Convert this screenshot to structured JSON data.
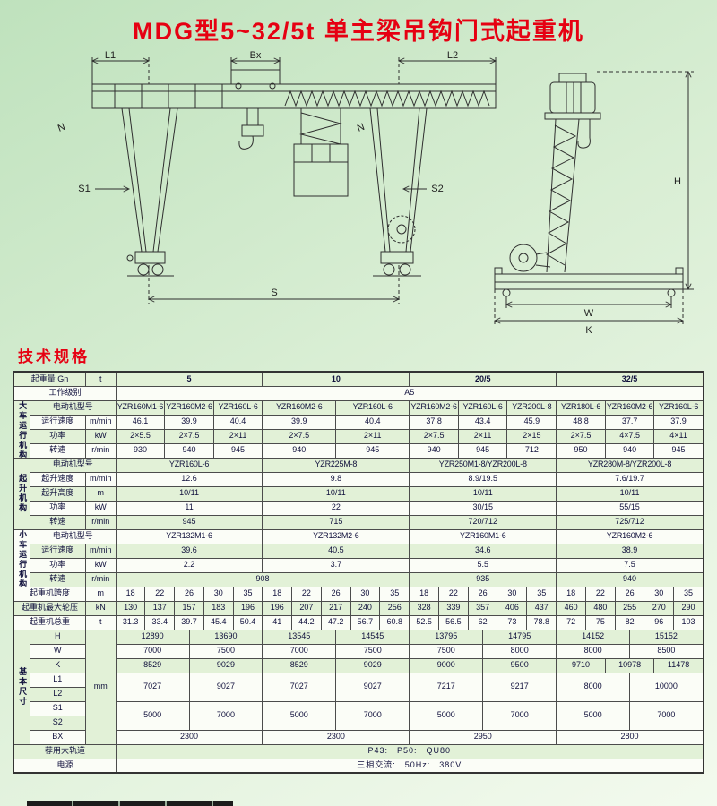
{
  "page": {
    "title": "MDG型5~32/5t 单主梁吊钩门式起重机",
    "section_title": "技术规格"
  },
  "drawing": {
    "labels": {
      "L1": "L1",
      "Bx": "Bx",
      "L2": "L2",
      "S1": "S1",
      "S2": "S2",
      "S": "S",
      "N1": "N",
      "N2": "N",
      "H": "H",
      "W": "W",
      "K": "K"
    }
  },
  "table": {
    "rows": [
      {
        "cells": [
          {
            "t": "起重量 Gn",
            "c": 2,
            "k": "param"
          },
          {
            "t": "t",
            "k": "unit"
          },
          {
            "t": "5",
            "c": 30,
            "k": "head"
          },
          {
            "t": "10",
            "c": 30,
            "k": "head"
          },
          {
            "t": "20/5",
            "c": 30,
            "k": "head"
          },
          {
            "t": "32/5",
            "c": 30,
            "k": "head"
          }
        ]
      },
      {
        "cells": [
          {
            "t": "工作级别",
            "c": 3,
            "k": "param"
          },
          {
            "t": "A5",
            "c": 120
          }
        ]
      },
      {
        "cells": [
          {
            "t": "大车运行机构",
            "r": 4,
            "k": "sec"
          },
          {
            "t": "电动机型号",
            "c": 2,
            "k": "param"
          },
          {
            "t": "YZR160M1-6",
            "c": 10,
            "k": "model"
          },
          {
            "t": "YZR160M2-6",
            "c": 10,
            "k": "model"
          },
          {
            "t": "YZR160L-6",
            "c": 10,
            "k": "model"
          },
          {
            "t": "YZR160M2-6",
            "c": 15,
            "k": "model"
          },
          {
            "t": "YZR160L-6",
            "c": 15,
            "k": "model"
          },
          {
            "t": "YZR160M2-6",
            "c": 10,
            "k": "model"
          },
          {
            "t": "YZR160L-6",
            "c": 10,
            "k": "model"
          },
          {
            "t": "YZR200L-8",
            "c": 10,
            "k": "model"
          },
          {
            "t": "YZR180L-6",
            "c": 10,
            "k": "model"
          },
          {
            "t": "YZR160M2-6",
            "c": 10,
            "k": "model"
          },
          {
            "t": "YZR160L-6",
            "c": 10,
            "k": "model"
          }
        ]
      },
      {
        "cells": [
          {
            "t": "运行速度",
            "k": "param"
          },
          {
            "t": "m/min",
            "k": "unit"
          },
          {
            "t": "46.1",
            "c": 10
          },
          {
            "t": "39.9",
            "c": 10
          },
          {
            "t": "40.4",
            "c": 10
          },
          {
            "t": "39.9",
            "c": 15
          },
          {
            "t": "40.4",
            "c": 15
          },
          {
            "t": "37.8",
            "c": 10
          },
          {
            "t": "43.4",
            "c": 10
          },
          {
            "t": "45.9",
            "c": 10
          },
          {
            "t": "48.8",
            "c": 10
          },
          {
            "t": "37.7",
            "c": 10
          },
          {
            "t": "37.9",
            "c": 10
          }
        ]
      },
      {
        "cells": [
          {
            "t": "功率",
            "k": "param"
          },
          {
            "t": "kW",
            "k": "unit"
          },
          {
            "t": "2×5.5",
            "c": 10
          },
          {
            "t": "2×7.5",
            "c": 10
          },
          {
            "t": "2×11",
            "c": 10
          },
          {
            "t": "2×7.5",
            "c": 15
          },
          {
            "t": "2×11",
            "c": 15
          },
          {
            "t": "2×7.5",
            "c": 10
          },
          {
            "t": "2×11",
            "c": 10
          },
          {
            "t": "2×15",
            "c": 10
          },
          {
            "t": "2×7.5",
            "c": 10
          },
          {
            "t": "4×7.5",
            "c": 10
          },
          {
            "t": "4×11",
            "c": 10
          }
        ]
      },
      {
        "cells": [
          {
            "t": "转速",
            "k": "param"
          },
          {
            "t": "r/min",
            "k": "unit"
          },
          {
            "t": "930",
            "c": 10
          },
          {
            "t": "940",
            "c": 10
          },
          {
            "t": "945",
            "c": 10
          },
          {
            "t": "940",
            "c": 15
          },
          {
            "t": "945",
            "c": 15
          },
          {
            "t": "940",
            "c": 10
          },
          {
            "t": "945",
            "c": 10
          },
          {
            "t": "712",
            "c": 10
          },
          {
            "t": "950",
            "c": 10
          },
          {
            "t": "940",
            "c": 10
          },
          {
            "t": "945",
            "c": 10
          }
        ]
      },
      {
        "cells": [
          {
            "t": "起升机构",
            "r": 5,
            "k": "sec"
          },
          {
            "t": "电动机型号",
            "c": 2,
            "k": "param"
          },
          {
            "t": "YZR160L-6",
            "c": 30,
            "k": "model"
          },
          {
            "t": "YZR225M-8",
            "c": 30,
            "k": "model"
          },
          {
            "t": "YZR250M1-8/YZR200L-8",
            "c": 30,
            "k": "model"
          },
          {
            "t": "YZR280M-8/YZR200L-8",
            "c": 30,
            "k": "model"
          }
        ]
      },
      {
        "cells": [
          {
            "t": "起升速度",
            "k": "param"
          },
          {
            "t": "m/min",
            "k": "unit"
          },
          {
            "t": "12.6",
            "c": 30
          },
          {
            "t": "9.8",
            "c": 30
          },
          {
            "t": "8.9/19.5",
            "c": 30
          },
          {
            "t": "7.6/19.7",
            "c": 30
          }
        ]
      },
      {
        "cells": [
          {
            "t": "起升高度",
            "k": "param"
          },
          {
            "t": "m",
            "k": "unit"
          },
          {
            "t": "10/11",
            "c": 30
          },
          {
            "t": "10/11",
            "c": 30
          },
          {
            "t": "10/11",
            "c": 30
          },
          {
            "t": "10/11",
            "c": 30
          }
        ]
      },
      {
        "cells": [
          {
            "t": "功率",
            "k": "param"
          },
          {
            "t": "kW",
            "k": "unit"
          },
          {
            "t": "11",
            "c": 30
          },
          {
            "t": "22",
            "c": 30
          },
          {
            "t": "30/15",
            "c": 30
          },
          {
            "t": "55/15",
            "c": 30
          }
        ]
      },
      {
        "cells": [
          {
            "t": "转速",
            "k": "param"
          },
          {
            "t": "r/min",
            "k": "unit"
          },
          {
            "t": "945",
            "c": 30
          },
          {
            "t": "715",
            "c": 30
          },
          {
            "t": "720/712",
            "c": 30
          },
          {
            "t": "725/712",
            "c": 30
          }
        ]
      },
      {
        "cells": [
          {
            "t": "小车运行机构",
            "r": 4,
            "k": "sec"
          },
          {
            "t": "电动机型号",
            "c": 2,
            "k": "param"
          },
          {
            "t": "YZR132M1-6",
            "c": 30,
            "k": "model"
          },
          {
            "t": "YZR132M2-6",
            "c": 30,
            "k": "model"
          },
          {
            "t": "YZR160M1-6",
            "c": 30,
            "k": "model"
          },
          {
            "t": "YZR160M2-6",
            "c": 30,
            "k": "model"
          }
        ]
      },
      {
        "cells": [
          {
            "t": "运行速度",
            "k": "param"
          },
          {
            "t": "m/min",
            "k": "unit"
          },
          {
            "t": "39.6",
            "c": 30
          },
          {
            "t": "40.5",
            "c": 30
          },
          {
            "t": "34.6",
            "c": 30
          },
          {
            "t": "38.9",
            "c": 30
          }
        ]
      },
      {
        "cells": [
          {
            "t": "功率",
            "k": "param"
          },
          {
            "t": "kW",
            "k": "unit"
          },
          {
            "t": "2.2",
            "c": 30
          },
          {
            "t": "3.7",
            "c": 30
          },
          {
            "t": "5.5",
            "c": 30
          },
          {
            "t": "7.5",
            "c": 30
          }
        ]
      },
      {
        "cells": [
          {
            "t": "转速",
            "k": "param"
          },
          {
            "t": "r/min",
            "k": "unit"
          },
          {
            "t": "908",
            "c": 60
          },
          {
            "t": "935",
            "c": 30
          },
          {
            "t": "940",
            "c": 30
          }
        ]
      },
      {
        "cells": [
          {
            "t": "起重机跨度",
            "c": 2,
            "k": "param"
          },
          {
            "t": "m",
            "k": "unit"
          },
          {
            "t": "18",
            "c": 6
          },
          {
            "t": "22",
            "c": 6
          },
          {
            "t": "26",
            "c": 6
          },
          {
            "t": "30",
            "c": 6
          },
          {
            "t": "35",
            "c": 6
          },
          {
            "t": "18",
            "c": 6
          },
          {
            "t": "22",
            "c": 6
          },
          {
            "t": "26",
            "c": 6
          },
          {
            "t": "30",
            "c": 6
          },
          {
            "t": "35",
            "c": 6
          },
          {
            "t": "18",
            "c": 6
          },
          {
            "t": "22",
            "c": 6
          },
          {
            "t": "26",
            "c": 6
          },
          {
            "t": "30",
            "c": 6
          },
          {
            "t": "35",
            "c": 6
          },
          {
            "t": "18",
            "c": 6
          },
          {
            "t": "22",
            "c": 6
          },
          {
            "t": "26",
            "c": 6
          },
          {
            "t": "30",
            "c": 6
          },
          {
            "t": "35",
            "c": 6
          }
        ]
      },
      {
        "cells": [
          {
            "t": "起重机最大轮压",
            "c": 2,
            "k": "param"
          },
          {
            "t": "kN",
            "k": "unit"
          },
          {
            "t": "130",
            "c": 6
          },
          {
            "t": "137",
            "c": 6
          },
          {
            "t": "157",
            "c": 6
          },
          {
            "t": "183",
            "c": 6
          },
          {
            "t": "196",
            "c": 6
          },
          {
            "t": "196",
            "c": 6
          },
          {
            "t": "207",
            "c": 6
          },
          {
            "t": "217",
            "c": 6
          },
          {
            "t": "240",
            "c": 6
          },
          {
            "t": "256",
            "c": 6
          },
          {
            "t": "328",
            "c": 6
          },
          {
            "t": "339",
            "c": 6
          },
          {
            "t": "357",
            "c": 6
          },
          {
            "t": "406",
            "c": 6
          },
          {
            "t": "437",
            "c": 6
          },
          {
            "t": "460",
            "c": 6
          },
          {
            "t": "480",
            "c": 6
          },
          {
            "t": "255",
            "c": 6
          },
          {
            "t": "270",
            "c": 6
          },
          {
            "t": "290",
            "c": 6
          }
        ]
      },
      {
        "cells": [
          {
            "t": "起重机总重",
            "c": 2,
            "k": "param"
          },
          {
            "t": "t",
            "k": "unit"
          },
          {
            "t": "31.3",
            "c": 6
          },
          {
            "t": "33.4",
            "c": 6
          },
          {
            "t": "39.7",
            "c": 6
          },
          {
            "t": "45.4",
            "c": 6
          },
          {
            "t": "50.4",
            "c": 6
          },
          {
            "t": "41",
            "c": 6
          },
          {
            "t": "44.2",
            "c": 6
          },
          {
            "t": "47.2",
            "c": 6
          },
          {
            "t": "56.7",
            "c": 6
          },
          {
            "t": "60.8",
            "c": 6
          },
          {
            "t": "52.5",
            "c": 6
          },
          {
            "t": "56.5",
            "c": 6
          },
          {
            "t": "62",
            "c": 6
          },
          {
            "t": "73",
            "c": 6
          },
          {
            "t": "78.8",
            "c": 6
          },
          {
            "t": "72",
            "c": 6
          },
          {
            "t": "75",
            "c": 6
          },
          {
            "t": "82",
            "c": 6
          },
          {
            "t": "96",
            "c": 6
          },
          {
            "t": "103",
            "c": 6
          }
        ]
      },
      {
        "cells": [
          {
            "t": "基本尺寸",
            "r": 8,
            "k": "sec"
          },
          {
            "t": "H",
            "k": "param"
          },
          {
            "t": "mm",
            "r": 8,
            "k": "unit"
          },
          {
            "t": "12890",
            "c": 15
          },
          {
            "t": "13690",
            "c": 15
          },
          {
            "t": "13545",
            "c": 15
          },
          {
            "t": "14545",
            "c": 15
          },
          {
            "t": "13795",
            "c": 15
          },
          {
            "t": "14795",
            "c": 15
          },
          {
            "t": "14152",
            "c": 15
          },
          {
            "t": "15152",
            "c": 15
          }
        ]
      },
      {
        "cells": [
          {
            "t": "W",
            "k": "param"
          },
          {
            "t": "7000",
            "c": 15
          },
          {
            "t": "7500",
            "c": 15
          },
          {
            "t": "7000",
            "c": 15
          },
          {
            "t": "7500",
            "c": 15
          },
          {
            "t": "7500",
            "c": 15
          },
          {
            "t": "8000",
            "c": 15
          },
          {
            "t": "8000",
            "c": 15
          },
          {
            "t": "8500",
            "c": 15
          }
        ]
      },
      {
        "cells": [
          {
            "t": "K",
            "k": "param"
          },
          {
            "t": "8529",
            "c": 15
          },
          {
            "t": "9029",
            "c": 15
          },
          {
            "t": "8529",
            "c": 15
          },
          {
            "t": "9029",
            "c": 15
          },
          {
            "t": "9000",
            "c": 15
          },
          {
            "t": "9500",
            "c": 15
          },
          {
            "t": "9710",
            "c": 10
          },
          {
            "t": "10978",
            "c": 10
          },
          {
            "t": "11478",
            "c": 10
          }
        ]
      },
      {
        "cells": [
          {
            "t": "L1",
            "k": "param"
          },
          {
            "t": "7027",
            "c": 15,
            "r": 2
          },
          {
            "t": "9027",
            "c": 15,
            "r": 2
          },
          {
            "t": "7027",
            "c": 15,
            "r": 2
          },
          {
            "t": "9027",
            "c": 15,
            "r": 2
          },
          {
            "t": "7217",
            "c": 15,
            "r": 2
          },
          {
            "t": "9217",
            "c": 15,
            "r": 2
          },
          {
            "t": "8000",
            "c": 15,
            "r": 2
          },
          {
            "t": "10000",
            "c": 15,
            "r": 2
          }
        ]
      },
      {
        "cells": [
          {
            "t": "L2",
            "k": "param"
          }
        ]
      },
      {
        "cells": [
          {
            "t": "S1",
            "k": "param"
          },
          {
            "t": "5000",
            "c": 15,
            "r": 2
          },
          {
            "t": "7000",
            "c": 15,
            "r": 2
          },
          {
            "t": "5000",
            "c": 15,
            "r": 2
          },
          {
            "t": "7000",
            "c": 15,
            "r": 2
          },
          {
            "t": "5000",
            "c": 15,
            "r": 2
          },
          {
            "t": "7000",
            "c": 15,
            "r": 2
          },
          {
            "t": "5000",
            "c": 15,
            "r": 2
          },
          {
            "t": "7000",
            "c": 15,
            "r": 2
          }
        ]
      },
      {
        "cells": [
          {
            "t": "S2",
            "k": "param"
          }
        ]
      },
      {
        "cells": [
          {
            "t": "BX",
            "k": "param"
          },
          {
            "t": "2300",
            "c": 30
          },
          {
            "t": "2300",
            "c": 30
          },
          {
            "t": "2950",
            "c": 30
          },
          {
            "t": "2800",
            "c": 30
          }
        ]
      },
      {
        "cells": [
          {
            "t": "荐用大轨道",
            "c": 3,
            "k": "param"
          },
          {
            "t": "P43:　P50:　QU80",
            "c": 120,
            "k": "wide"
          }
        ]
      },
      {
        "cells": [
          {
            "t": "电源",
            "c": 3,
            "k": "param"
          },
          {
            "t": "三相交流:　50Hz:　380V",
            "c": 120,
            "k": "wide"
          }
        ]
      }
    ]
  }
}
